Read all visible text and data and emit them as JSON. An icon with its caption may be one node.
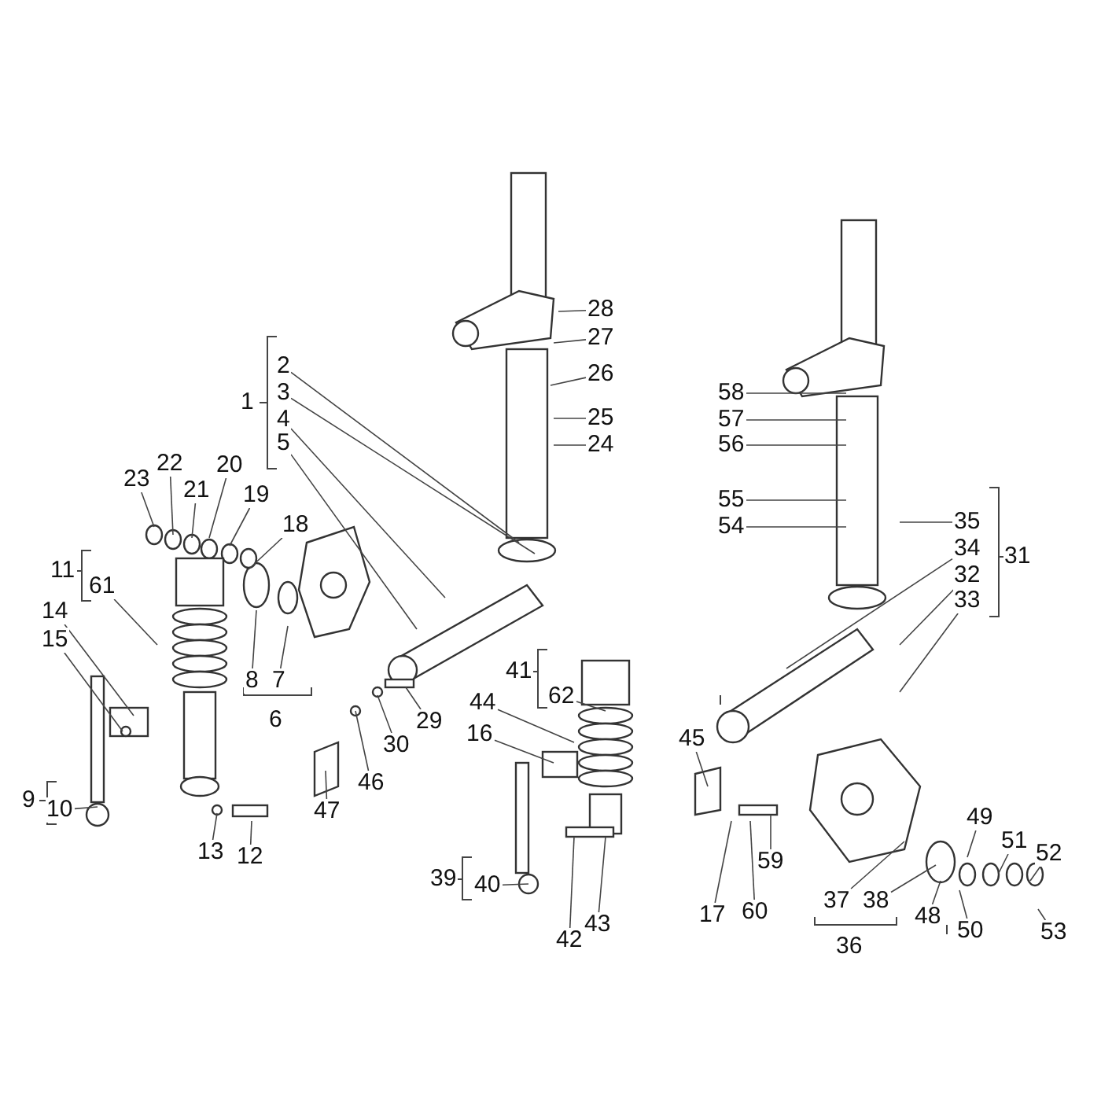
{
  "diagram": {
    "nodes": [
      {
        "text": [
          "2"
        ]
      },
      {
        "text": [
          "3"
        ]
      },
      {
        "text": [
          "4"
        ]
      },
      {
        "text": [
          "5"
        ]
      },
      {
        "text": [
          "7"
        ]
      },
      {
        "text": [
          "8"
        ]
      },
      {
        "text": [
          "10"
        ]
      },
      {
        "text": [
          "12"
        ]
      },
      {
        "text": [
          "13"
        ]
      },
      {
        "text": [
          "14"
        ]
      },
      {
        "text": [
          "15"
        ]
      },
      {
        "text": [
          "16"
        ]
      },
      {
        "text": [
          "17"
        ]
      },
      {
        "text": [
          "18"
        ]
      },
      {
        "text": [
          "19"
        ]
      },
      {
        "text": [
          "20"
        ]
      },
      {
        "text": [
          "21"
        ]
      },
      {
        "text": [
          "22"
        ]
      },
      {
        "text": [
          "23"
        ]
      },
      {
        "text": [
          "24"
        ]
      },
      {
        "text": [
          "25"
        ]
      },
      {
        "text": [
          "26"
        ]
      },
      {
        "text": [
          "27"
        ]
      },
      {
        "text": [
          "28"
        ]
      },
      {
        "text": [
          "29"
        ]
      },
      {
        "text": [
          "30"
        ]
      },
      {
        "text": [
          "32"
        ]
      },
      {
        "text": [
          "33"
        ]
      },
      {
        "text": [
          "34"
        ]
      },
      {
        "text": [
          "35"
        ]
      },
      {
        "text": [
          "37"
        ]
      },
      {
        "text": [
          "38"
        ]
      },
      {
        "text": [
          "40"
        ]
      },
      {
        "text": [
          "42"
        ]
      },
      {
        "text": [
          "43"
        ]
      },
      {
        "text": [
          "44"
        ]
      },
      {
        "text": [
          "45"
        ]
      },
      {
        "text": [
          "46"
        ]
      },
      {
        "text": [
          "47"
        ]
      },
      {
        "text": [
          "48"
        ]
      },
      {
        "text": [
          "49"
        ]
      },
      {
        "text": [
          "50"
        ]
      },
      {
        "text": [
          "51"
        ]
      },
      {
        "text": [
          "52"
        ]
      },
      {
        "text": [
          "53"
        ]
      },
      {
        "text": [
          "54"
        ]
      },
      {
        "text": [
          "55"
        ]
      },
      {
        "text": [
          "56"
        ]
      },
      {
        "text": [
          "57"
        ]
      },
      {
        "text": [
          "58"
        ]
      },
      {
        "text": [
          "59"
        ]
      },
      {
        "text": [
          "60"
        ]
      },
      {
        "text": [
          "61"
        ]
      },
      {
        "text": [
          "62"
        ]
      },
      {
        "text": [
          "1"
        ]
      },
      {
        "text": [
          "31"
        ]
      },
      {
        "text": [
          "11"
        ]
      },
      {
        "text": [
          "41"
        ]
      },
      {
        "text": [
          "6"
        ]
      },
      {
        "text": [
          "9"
        ]
      },
      {
        "text": [
          "36"
        ]
      },
      {
        "text": [
          "39"
        ]
      }
    ],
    "edges": [
      {
        "from": 0,
        "to": null,
        "arrow": "none"
      },
      {
        "from": 1,
        "to": null,
        "arrow": "none"
      },
      {
        "from": 2,
        "to": null,
        "arrow": "none"
      },
      {
        "from": 3,
        "to": null,
        "arrow": "none"
      },
      {
        "from": 4,
        "to": null,
        "arrow": "none"
      },
      {
        "from": 5,
        "to": null,
        "arrow": "none"
      },
      {
        "from": 6,
        "to": null,
        "arrow": "none"
      },
      {
        "from": 7,
        "to": null,
        "arrow": "none"
      },
      {
        "from": 8,
        "to": null,
        "arrow": "none"
      },
      {
        "from": 9,
        "to": null,
        "arrow": "none"
      },
      {
        "from": 10,
        "to": null,
        "arrow": "none"
      },
      {
        "from": 11,
        "to": null,
        "arrow": "none"
      },
      {
        "from": 12,
        "to": null,
        "arrow": "none"
      },
      {
        "from": 13,
        "to": null,
        "arrow": "none"
      },
      {
        "from": 14,
        "to": null,
        "arrow": "none"
      },
      {
        "from": 15,
        "to": null,
        "arrow": "none"
      },
      {
        "from": 16,
        "to": null,
        "arrow": "none"
      },
      {
        "from": 17,
        "to": null,
        "arrow": "none"
      },
      {
        "from": 18,
        "to": null,
        "arrow": "none"
      },
      {
        "from": 19,
        "to": null,
        "arrow": "none"
      },
      {
        "from": 20,
        "to": null,
        "arrow": "none"
      },
      {
        "from": 21,
        "to": null,
        "arrow": "none"
      },
      {
        "from": 22,
        "to": null,
        "arrow": "none"
      },
      {
        "from": 23,
        "to": null,
        "arrow": "none"
      },
      {
        "from": 24,
        "to": null,
        "arrow": "none"
      },
      {
        "from": 25,
        "to": null,
        "arrow": "none"
      },
      {
        "from": 26,
        "to": null,
        "arrow": "none"
      },
      {
        "from": 27,
        "to": null,
        "arrow": "none"
      },
      {
        "from": 28,
        "to": null,
        "arrow": "none"
      },
      {
        "from": 29,
        "to": null,
        "arrow": "none"
      },
      {
        "from": 30,
        "to": null,
        "arrow": "none"
      },
      {
        "from": 31,
        "to": null,
        "arrow": "none"
      },
      {
        "from": 32,
        "to": null,
        "arrow": "none"
      },
      {
        "from": 33,
        "to": null,
        "arrow": "none"
      },
      {
        "from": 34,
        "to": null,
        "arrow": "none"
      },
      {
        "from": 35,
        "to": null,
        "arrow": "none"
      },
      {
        "from": 36,
        "to": null,
        "arrow": "none"
      },
      {
        "from": 37,
        "to": null,
        "arrow": "none"
      },
      {
        "from": 38,
        "to": null,
        "arrow": "none"
      },
      {
        "from": 39,
        "to": null,
        "arrow": "none"
      },
      {
        "from": 40,
        "to": null,
        "arrow": "none"
      },
      {
        "from": 41,
        "to": null,
        "arrow": "none"
      },
      {
        "from": 42,
        "to": null,
        "arrow": "none"
      },
      {
        "from": 43,
        "to": null,
        "arrow": "none"
      },
      {
        "from": 44,
        "to": null,
        "arrow": "none"
      },
      {
        "from": 45,
        "to": null,
        "arrow": "none"
      },
      {
        "from": 46,
        "to": null,
        "arrow": "none"
      },
      {
        "from": 47,
        "to": null,
        "arrow": "none"
      },
      {
        "from": 48,
        "to": null,
        "arrow": "none"
      },
      {
        "from": 49,
        "to": null,
        "arrow": "none"
      },
      {
        "from": 50,
        "to": null,
        "arrow": "none"
      },
      {
        "from": 51,
        "to": null,
        "arrow": "none"
      },
      {
        "from": 52,
        "to": null,
        "arrow": "none"
      },
      {
        "from": 53,
        "to": null,
        "arrow": "none"
      }
    ]
  }
}
